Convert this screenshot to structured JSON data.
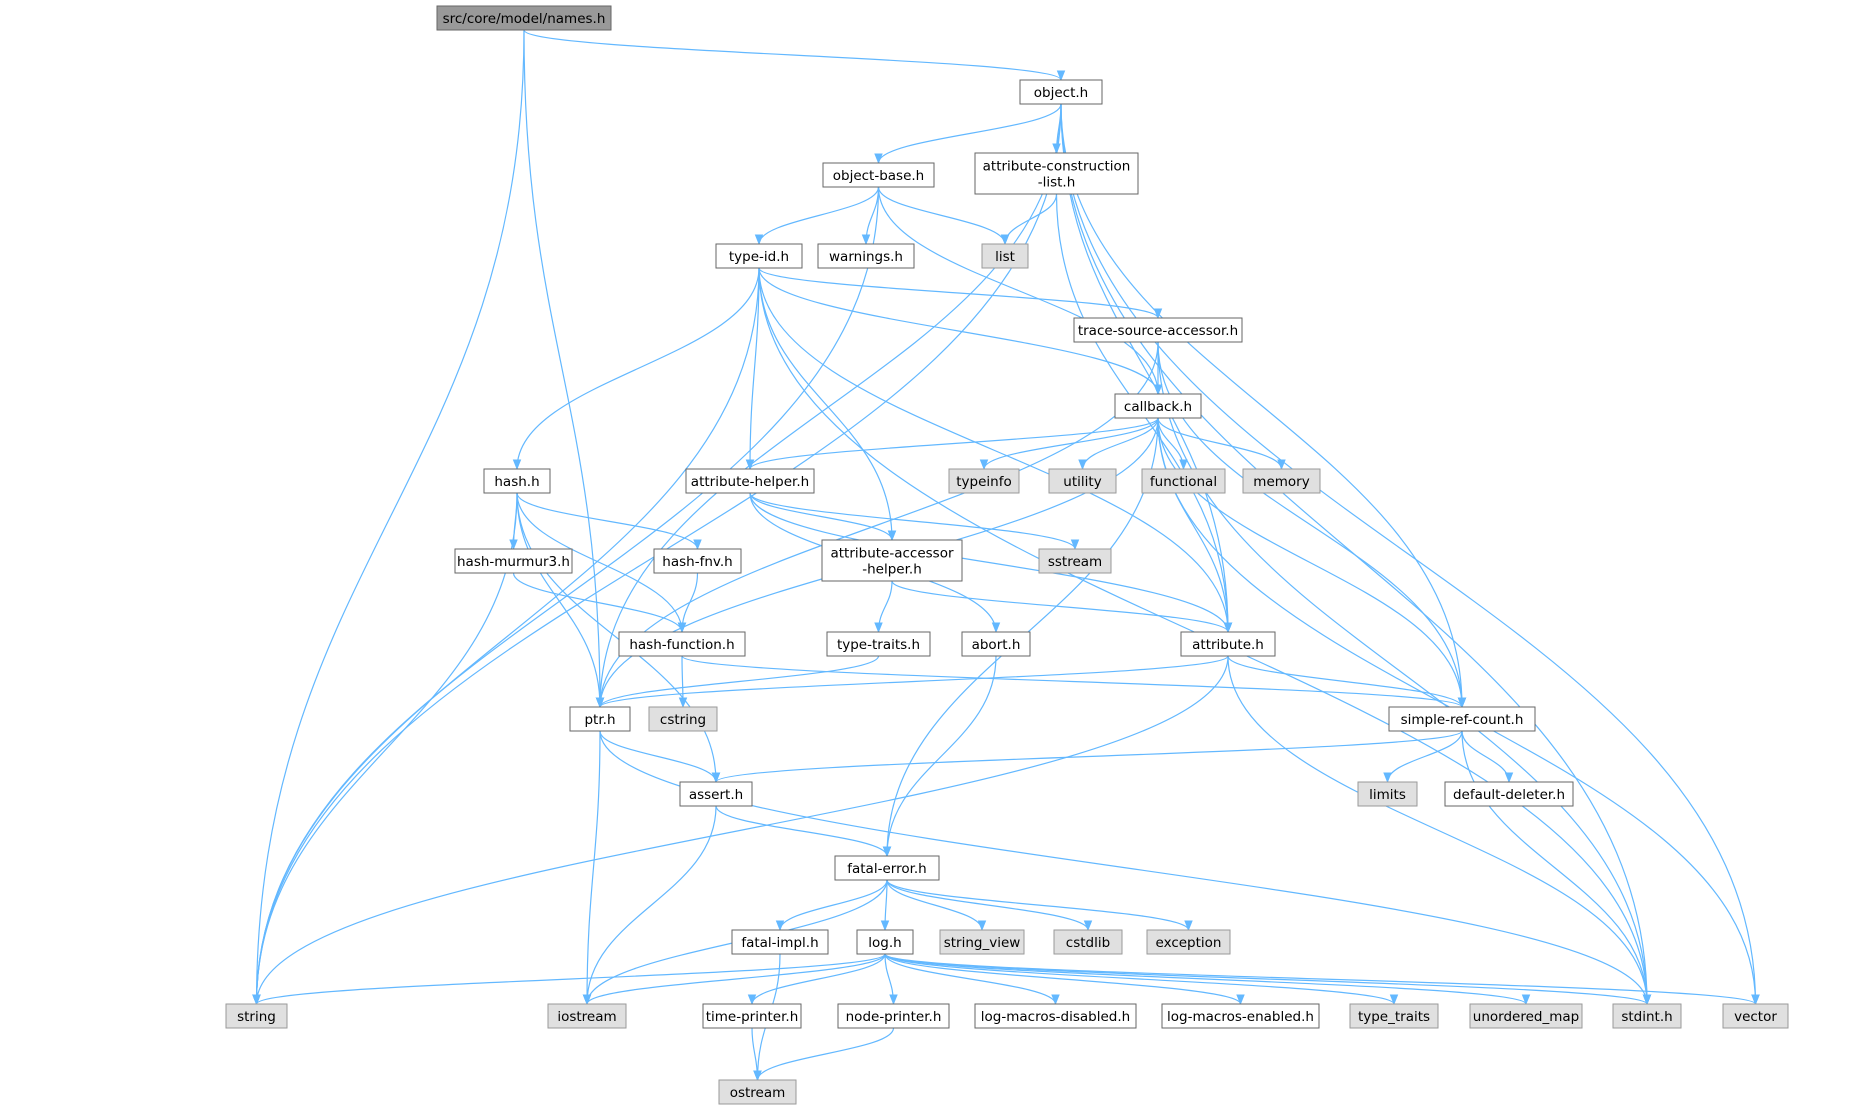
{
  "colors": {
    "edge": "#63b8ff",
    "node_fill": "#ffffff",
    "system_fill": "#e0e0e0",
    "root_fill": "#999999",
    "border": "#666666"
  },
  "nodes": [
    {
      "id": "names",
      "label": "src/core/model/names.h",
      "kind": "root"
    },
    {
      "id": "object",
      "label": "object.h",
      "kind": "local"
    },
    {
      "id": "objectbase",
      "label": "object-base.h",
      "kind": "local"
    },
    {
      "id": "attrcons",
      "label": "attribute-construction\n-list.h",
      "kind": "local"
    },
    {
      "id": "typeid",
      "label": "type-id.h",
      "kind": "local"
    },
    {
      "id": "warnings",
      "label": "warnings.h",
      "kind": "local"
    },
    {
      "id": "list",
      "label": "list",
      "kind": "system"
    },
    {
      "id": "tracesrc",
      "label": "trace-source-accessor.h",
      "kind": "local"
    },
    {
      "id": "callback",
      "label": "callback.h",
      "kind": "local"
    },
    {
      "id": "hash",
      "label": "hash.h",
      "kind": "local"
    },
    {
      "id": "attrhelper",
      "label": "attribute-helper.h",
      "kind": "local"
    },
    {
      "id": "typeinfo",
      "label": "typeinfo",
      "kind": "system"
    },
    {
      "id": "utility",
      "label": "utility",
      "kind": "system"
    },
    {
      "id": "functional",
      "label": "functional",
      "kind": "system"
    },
    {
      "id": "memory",
      "label": "memory",
      "kind": "system"
    },
    {
      "id": "hashmurmur",
      "label": "hash-murmur3.h",
      "kind": "local"
    },
    {
      "id": "hashfnv",
      "label": "hash-fnv.h",
      "kind": "local"
    },
    {
      "id": "attracc",
      "label": "attribute-accessor\n-helper.h",
      "kind": "local"
    },
    {
      "id": "sstream",
      "label": "sstream",
      "kind": "system"
    },
    {
      "id": "hashfunc",
      "label": "hash-function.h",
      "kind": "local"
    },
    {
      "id": "typetraitsh",
      "label": "type-traits.h",
      "kind": "local"
    },
    {
      "id": "abort",
      "label": "abort.h",
      "kind": "local"
    },
    {
      "id": "attribute",
      "label": "attribute.h",
      "kind": "local"
    },
    {
      "id": "ptr",
      "label": "ptr.h",
      "kind": "local"
    },
    {
      "id": "cstring",
      "label": "cstring",
      "kind": "system"
    },
    {
      "id": "simpleref",
      "label": "simple-ref-count.h",
      "kind": "local"
    },
    {
      "id": "assert",
      "label": "assert.h",
      "kind": "local"
    },
    {
      "id": "limits",
      "label": "limits",
      "kind": "system"
    },
    {
      "id": "defdeleter",
      "label": "default-deleter.h",
      "kind": "local"
    },
    {
      "id": "fatalerror",
      "label": "fatal-error.h",
      "kind": "local"
    },
    {
      "id": "fatalimpl",
      "label": "fatal-impl.h",
      "kind": "local"
    },
    {
      "id": "log",
      "label": "log.h",
      "kind": "local"
    },
    {
      "id": "stringview",
      "label": "string_view",
      "kind": "system"
    },
    {
      "id": "cstdlib",
      "label": "cstdlib",
      "kind": "system"
    },
    {
      "id": "exception",
      "label": "exception",
      "kind": "system"
    },
    {
      "id": "string",
      "label": "string",
      "kind": "system"
    },
    {
      "id": "iostream",
      "label": "iostream",
      "kind": "system"
    },
    {
      "id": "timeprinter",
      "label": "time-printer.h",
      "kind": "local"
    },
    {
      "id": "nodeprinter",
      "label": "node-printer.h",
      "kind": "local"
    },
    {
      "id": "logmacdis",
      "label": "log-macros-disabled.h",
      "kind": "local"
    },
    {
      "id": "logmacen",
      "label": "log-macros-enabled.h",
      "kind": "local"
    },
    {
      "id": "typetraits",
      "label": "type_traits",
      "kind": "system"
    },
    {
      "id": "unorderedmap",
      "label": "unordered_map",
      "kind": "system"
    },
    {
      "id": "stdint",
      "label": "stdint.h",
      "kind": "system"
    },
    {
      "id": "vector",
      "label": "vector",
      "kind": "system"
    },
    {
      "id": "ostream",
      "label": "ostream",
      "kind": "system"
    }
  ],
  "edges": [
    [
      "names",
      "object"
    ],
    [
      "names",
      "ptr"
    ],
    [
      "names",
      "string"
    ],
    [
      "object",
      "objectbase"
    ],
    [
      "object",
      "attrcons"
    ],
    [
      "object",
      "attribute"
    ],
    [
      "object",
      "ptr"
    ],
    [
      "object",
      "simpleref"
    ],
    [
      "object",
      "stdint"
    ],
    [
      "object",
      "string"
    ],
    [
      "object",
      "vector"
    ],
    [
      "objectbase",
      "typeid"
    ],
    [
      "objectbase",
      "warnings"
    ],
    [
      "objectbase",
      "list"
    ],
    [
      "objectbase",
      "callback"
    ],
    [
      "objectbase",
      "string"
    ],
    [
      "attrcons",
      "list"
    ],
    [
      "attrcons",
      "attribute"
    ],
    [
      "typeid",
      "tracesrc"
    ],
    [
      "typeid",
      "callback"
    ],
    [
      "typeid",
      "hash"
    ],
    [
      "typeid",
      "attrhelper"
    ],
    [
      "typeid",
      "attracc"
    ],
    [
      "typeid",
      "attribute"
    ],
    [
      "typeid",
      "string"
    ],
    [
      "typeid",
      "stdint"
    ],
    [
      "tracesrc",
      "callback"
    ],
    [
      "tracesrc",
      "ptr"
    ],
    [
      "tracesrc",
      "simpleref"
    ],
    [
      "tracesrc",
      "stdint"
    ],
    [
      "callback",
      "attrhelper"
    ],
    [
      "callback",
      "typeinfo"
    ],
    [
      "callback",
      "utility"
    ],
    [
      "callback",
      "functional"
    ],
    [
      "callback",
      "memory"
    ],
    [
      "callback",
      "attribute"
    ],
    [
      "callback",
      "simpleref"
    ],
    [
      "callback",
      "fatalerror"
    ],
    [
      "callback",
      "vector"
    ],
    [
      "callback",
      "ptr"
    ],
    [
      "hash",
      "hashmurmur"
    ],
    [
      "hash",
      "hashfnv"
    ],
    [
      "hash",
      "hashfunc"
    ],
    [
      "hash",
      "ptr"
    ],
    [
      "hash",
      "assert"
    ],
    [
      "hash",
      "string"
    ],
    [
      "hashmurmur",
      "hashfunc"
    ],
    [
      "hashfnv",
      "hashfunc"
    ],
    [
      "hashfunc",
      "cstring"
    ],
    [
      "hashfunc",
      "simpleref"
    ],
    [
      "attrhelper",
      "attracc"
    ],
    [
      "attrhelper",
      "sstream"
    ],
    [
      "attrhelper",
      "abort"
    ],
    [
      "attrhelper",
      "attribute"
    ],
    [
      "attracc",
      "typetraitsh"
    ],
    [
      "attracc",
      "attribute"
    ],
    [
      "typetraitsh",
      "ptr"
    ],
    [
      "abort",
      "fatalerror"
    ],
    [
      "attribute",
      "ptr"
    ],
    [
      "attribute",
      "simpleref"
    ],
    [
      "attribute",
      "string"
    ],
    [
      "attribute",
      "stdint"
    ],
    [
      "ptr",
      "assert"
    ],
    [
      "ptr",
      "iostream"
    ],
    [
      "ptr",
      "stdint"
    ],
    [
      "simpleref",
      "assert"
    ],
    [
      "simpleref",
      "limits"
    ],
    [
      "simpleref",
      "defdeleter"
    ],
    [
      "simpleref",
      "stdint"
    ],
    [
      "assert",
      "fatalerror"
    ],
    [
      "assert",
      "iostream"
    ],
    [
      "fatalerror",
      "fatalimpl"
    ],
    [
      "fatalerror",
      "log"
    ],
    [
      "fatalerror",
      "stringview"
    ],
    [
      "fatalerror",
      "cstdlib"
    ],
    [
      "fatalerror",
      "exception"
    ],
    [
      "fatalerror",
      "iostream"
    ],
    [
      "fatalimpl",
      "ostream"
    ],
    [
      "log",
      "string"
    ],
    [
      "log",
      "iostream"
    ],
    [
      "log",
      "timeprinter"
    ],
    [
      "log",
      "nodeprinter"
    ],
    [
      "log",
      "logmacdis"
    ],
    [
      "log",
      "logmacen"
    ],
    [
      "log",
      "typetraits"
    ],
    [
      "log",
      "unorderedmap"
    ],
    [
      "log",
      "stdint"
    ],
    [
      "log",
      "vector"
    ],
    [
      "timeprinter",
      "ostream"
    ],
    [
      "nodeprinter",
      "ostream"
    ]
  ]
}
